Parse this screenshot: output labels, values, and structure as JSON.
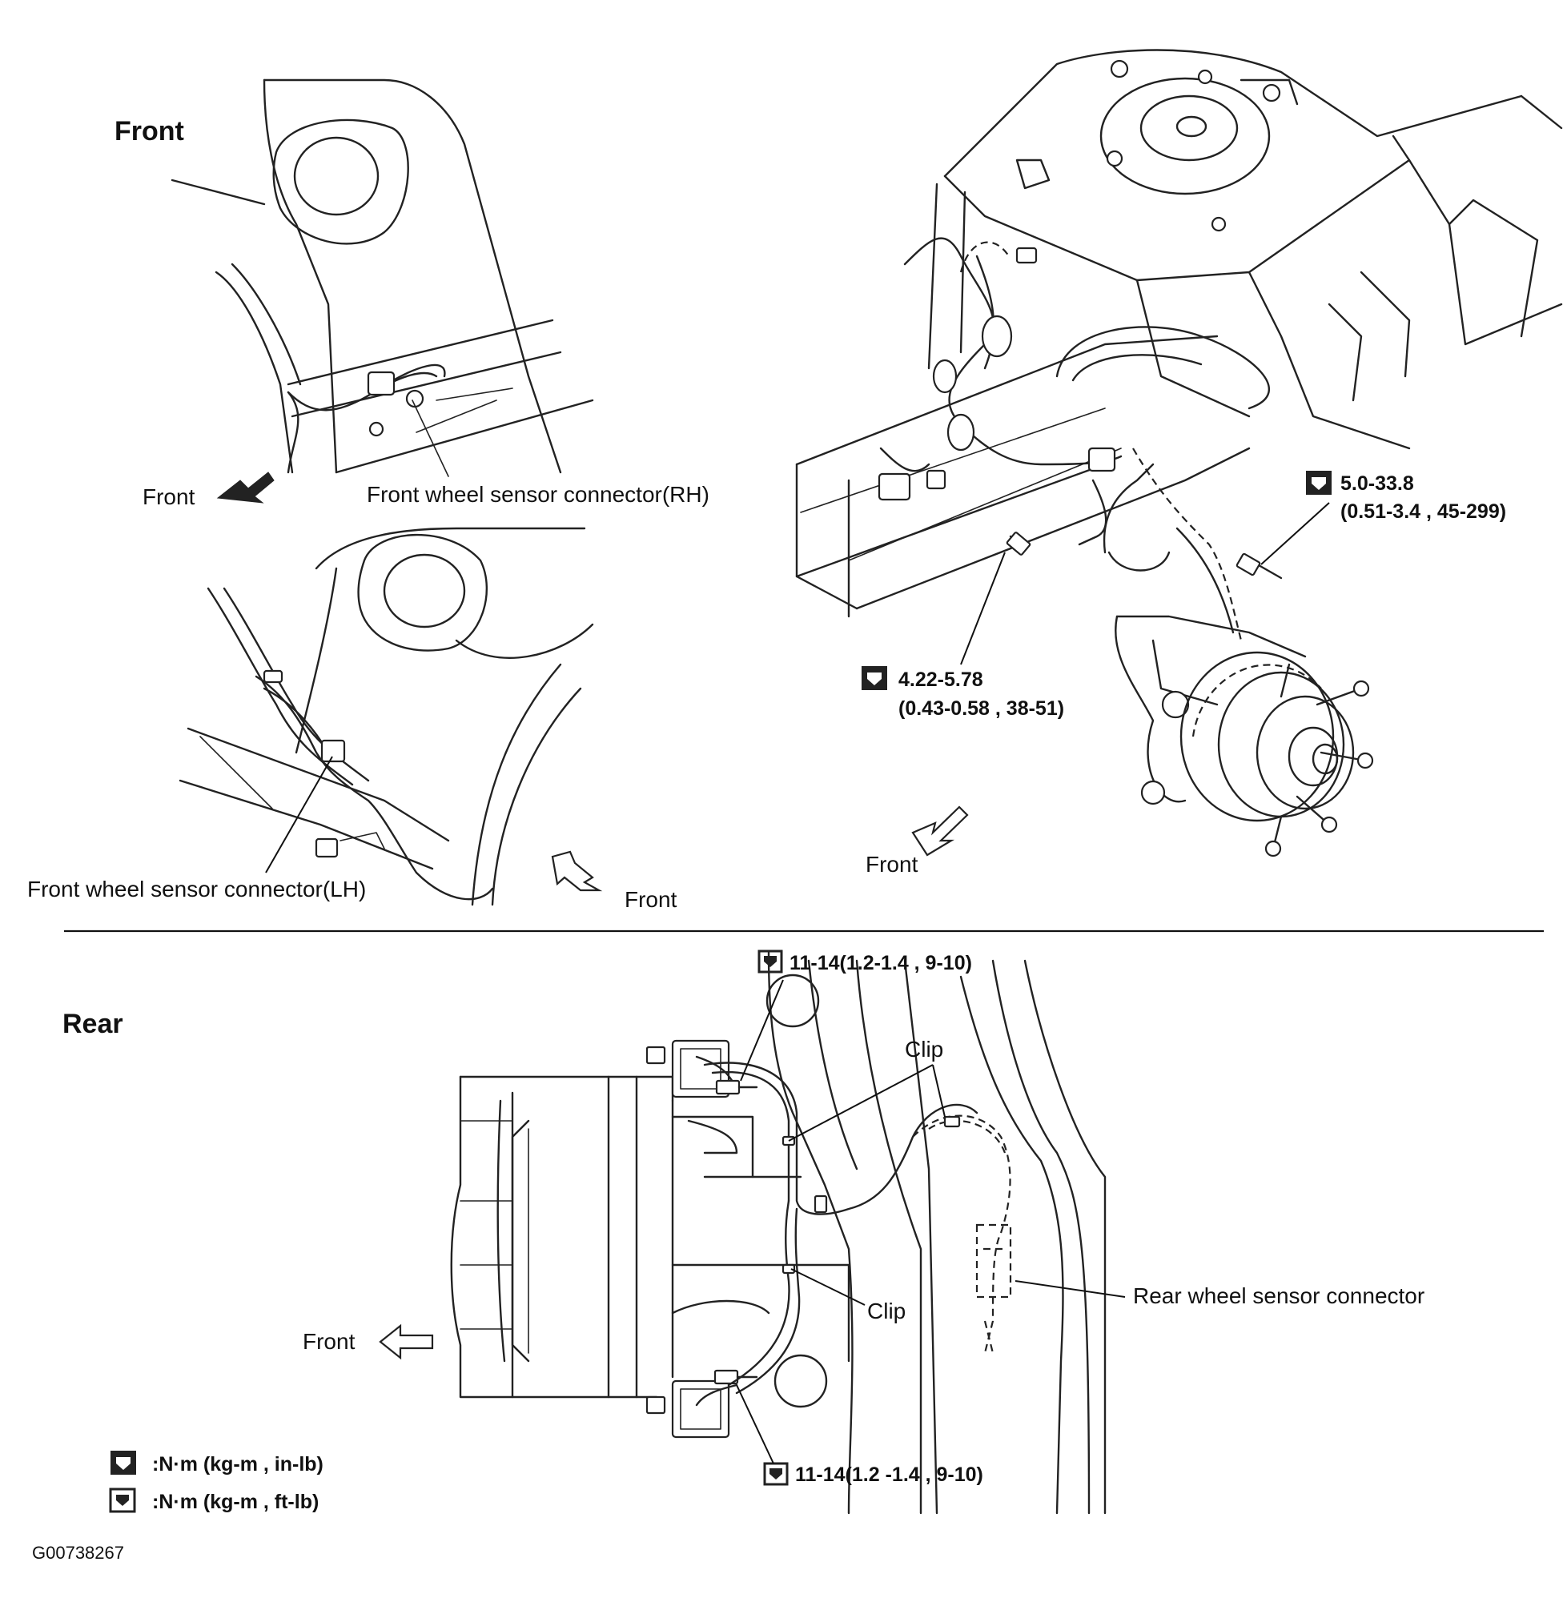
{
  "front": {
    "heading": "Front",
    "rh": {
      "connector_label": "Front wheel sensor connector(RH)",
      "direction_label": "Front"
    },
    "lh": {
      "connector_label": "Front wheel sensor connector(LH)",
      "direction_label": "Front"
    },
    "knuckle": {
      "direction_label": "Front",
      "bolt1": {
        "torque": "5.0-33.8",
        "alt": "(0.51-3.4 , 45-299)"
      },
      "bolt2": {
        "torque": "4.22-5.78",
        "alt": "(0.43-0.58 , 38-51)"
      }
    }
  },
  "rear": {
    "heading": "Rear",
    "torque_top": "11-14(1.2-1.4 , 9-10)",
    "torque_bottom": "11-14(1.2 -1.4 , 9-10)",
    "clip_top": "Clip",
    "clip_bottom": "Clip",
    "connector_label": "Rear wheel sensor connector",
    "direction_label": "Front"
  },
  "legend": {
    "item1": ":N·m (kg-m , in-lb)",
    "item2": ":N·m (kg-m , ft-lb)"
  },
  "figure_id": "G00738267"
}
